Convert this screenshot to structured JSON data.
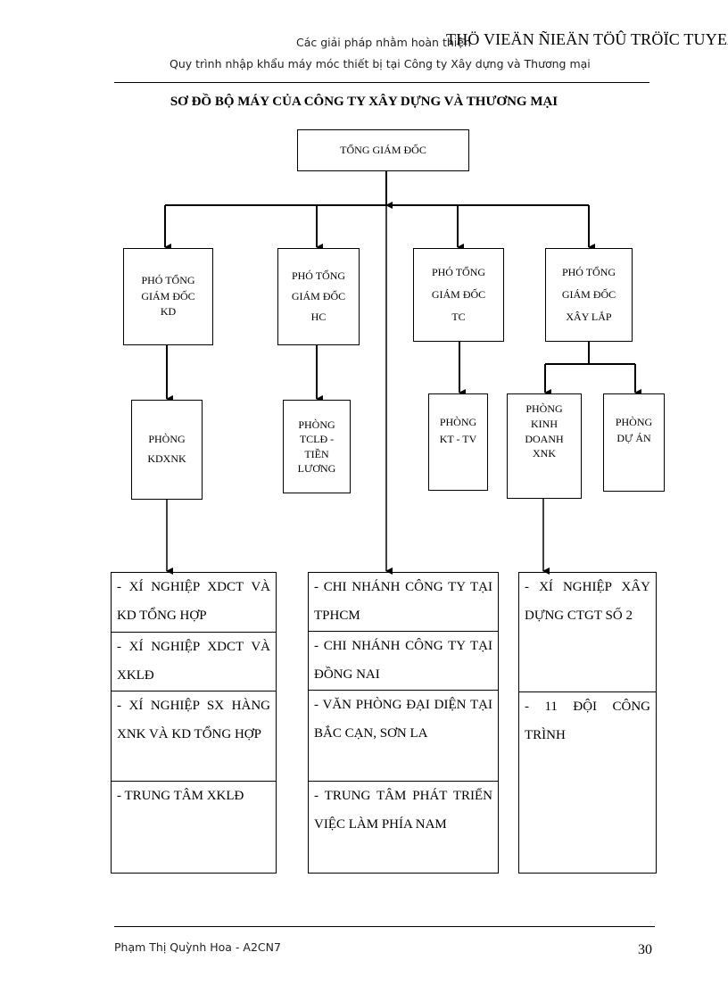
{
  "header": {
    "line1": "Các giải pháp nhằm hoàn thiện",
    "line2": "Quy trình nhập khẩu máy móc thiết bị tại Công ty Xây dựng và Thương mại",
    "watermark": "THÖ VIEÄN ÑIEÄN TÖÛ TRÖÏC TUYEÁN"
  },
  "title": "SƠ ĐỒ BỘ MÁY CỦA CÔNG TY XÂY DỰNG VÀ THƯƠNG MẠI",
  "chart": {
    "ceo": "TỔNG GIÁM ĐỐC",
    "deputies": [
      "PHÓ TỔNG\nGIÁM ĐỐC\nKD",
      "PHÓ TỔNG\nGIÁM ĐỐC\nHC",
      "PHÓ TỔNG\nGIÁM ĐỐC\nTC",
      "PHÓ TỔNG\nGIÁM ĐỐC\nXÂY LẮP"
    ],
    "departments": [
      "PHÒNG\nKDXNK",
      "PHÒNG\nTCLĐ -\nTIỀN\nLƯƠNG",
      "PHÒNG\nKT - TV",
      "PHÒNG\nKINH\nDOANH\nXNK",
      "PHÒNG\nDỰ ÁN"
    ]
  },
  "units": {
    "left": [
      "- XÍ NGHIỆP XDCT VÀ KD TỔNG HỢP",
      "- XÍ NGHIỆP XDCT VÀ XKLĐ",
      "- XÍ NGHIỆP SX HÀNG XNK VÀ KD TỔNG HỢP",
      "- TRUNG TÂM XKLĐ"
    ],
    "middle": [
      "- CHI NHÁNH CÔNG TY TẠI TPHCM",
      "- CHI NHÁNH CÔNG TY TẠI ĐỒNG NAI",
      "- VĂN PHÒNG ĐẠI DIỆN TẠI BẮC CẠN, SƠN LA",
      "- TRUNG TÂM PHÁT TRIỂN VIỆC LÀM PHÍA NAM"
    ],
    "right": [
      "- XÍ NGHIỆP XÂY DỰNG CTGT SỐ 2",
      "- 11 ĐỘI CÔNG TRÌNH"
    ]
  },
  "footer": {
    "author": "Phạm Thị Quỳnh Hoa - A2CN7",
    "page": "30"
  }
}
